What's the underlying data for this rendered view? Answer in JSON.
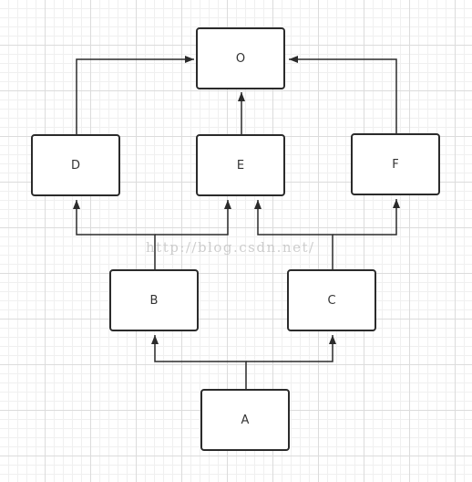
{
  "diagram": {
    "nodes": {
      "O": {
        "label": "O"
      },
      "D": {
        "label": "D"
      },
      "E": {
        "label": "E"
      },
      "F": {
        "label": "F"
      },
      "B": {
        "label": "B"
      },
      "C": {
        "label": "C"
      },
      "A": {
        "label": "A"
      }
    },
    "edges": [
      {
        "from": "D",
        "to": "O"
      },
      {
        "from": "E",
        "to": "O"
      },
      {
        "from": "F",
        "to": "O"
      },
      {
        "from": "B",
        "to": "D"
      },
      {
        "from": "B",
        "to": "E"
      },
      {
        "from": "C",
        "to": "E"
      },
      {
        "from": "C",
        "to": "F"
      },
      {
        "from": "A",
        "to": "B"
      },
      {
        "from": "A",
        "to": "C"
      }
    ],
    "colors": {
      "stroke": "#2b2b2b",
      "grid": "#dcdcdc"
    }
  },
  "watermark": {
    "text": "http://blog.csdn.net/"
  }
}
